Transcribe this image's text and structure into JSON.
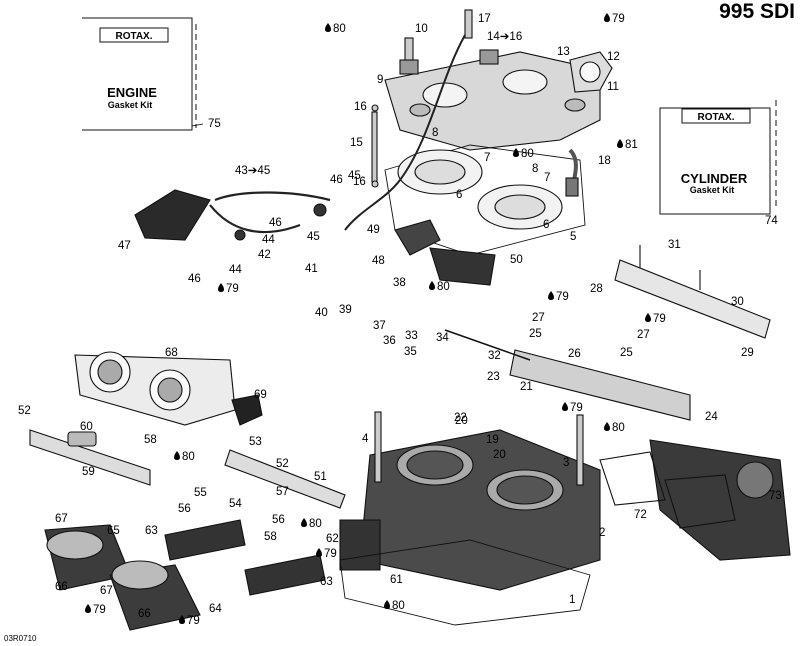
{
  "model_title": "995 SDI",
  "diagram_code": "03R0710",
  "engine_kit": {
    "brand": "ROTAX.",
    "title": "ENGINE",
    "subtitle": "Gasket Kit",
    "number": "75"
  },
  "cylinder_kit": {
    "brand": "ROTAX.",
    "title": "CYLINDER",
    "subtitle": "Gasket Kit",
    "number": "74"
  },
  "callout_labels": [
    "80",
    "10",
    "17",
    "79",
    "14➔16",
    "13",
    "12",
    "11",
    "9",
    "16",
    "15",
    "8",
    "80",
    "7",
    "8",
    "81",
    "18",
    "16",
    "6",
    "7",
    "6",
    "5",
    "43➔45",
    "46",
    "45",
    "46",
    "45",
    "44",
    "44",
    "42",
    "41",
    "49",
    "48",
    "50",
    "47",
    "46",
    "79",
    "31",
    "38",
    "80",
    "28",
    "79",
    "30",
    "27",
    "79",
    "27",
    "40",
    "39",
    "37",
    "33",
    "36",
    "34",
    "35",
    "25",
    "26",
    "25",
    "29",
    "32",
    "23",
    "68",
    "69",
    "21",
    "79",
    "24",
    "52",
    "60",
    "22",
    "20",
    "19",
    "4",
    "80",
    "20",
    "3",
    "53",
    "59",
    "58",
    "80",
    "52",
    "51",
    "73",
    "55",
    "57",
    "54",
    "56",
    "56",
    "80",
    "72",
    "58",
    "67",
    "65",
    "63",
    "2",
    "62",
    "79",
    "61",
    "66",
    "67",
    "63",
    "80",
    "79",
    "64",
    "66",
    "79",
    "1"
  ],
  "drop_icon": "oil-drop-icon"
}
